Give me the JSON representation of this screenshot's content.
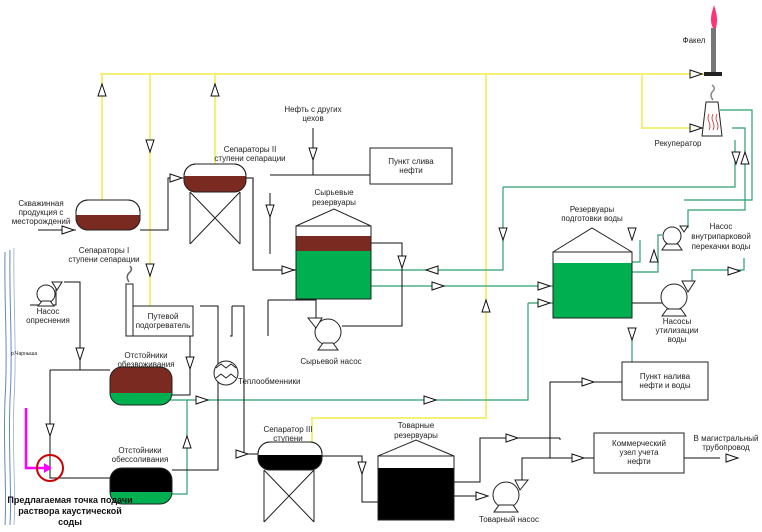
{
  "colors": {
    "oil": "#7b2a22",
    "water": "#00b050",
    "product": "#000000",
    "gas_line": "#f5f07a",
    "water_line": "#2e9e6e",
    "caustic_line": "#ff00ff",
    "injection_point": "#cc0000",
    "flame": "#ff3377"
  },
  "labels": {
    "well_input": [
      "Скважинная",
      "продукция с",
      "месторождений"
    ],
    "sep1": [
      "Сепараторы I",
      "ступени сепарации"
    ],
    "sep2": [
      "Сепараторы II",
      "ступени сепарации"
    ],
    "sep3": [
      "Сепаратор III",
      "ступени"
    ],
    "other_shops": [
      "Нефть с других",
      "цехов"
    ],
    "drain_point": [
      "Пункт слива",
      "нефти"
    ],
    "raw_tanks": [
      "Сырьевые",
      "резервуары"
    ],
    "raw_pump": "Сырьевой насос",
    "heater": [
      "Путевой",
      "подогреватель"
    ],
    "heat_exchangers": "Теплообменники",
    "dehydration": [
      "Отстойники",
      "обезвоживания"
    ],
    "desalting": [
      "Отстойники",
      "обессоливания"
    ],
    "freshening_pump": [
      "Насос",
      "опреснения"
    ],
    "river": "р.Чарныша",
    "injection_note": [
      "Предлагаемая точка подачи",
      "раствора каустической",
      "соды"
    ],
    "commodity_tanks": [
      "Товарные",
      "резервуары"
    ],
    "commodity_pump": "Товарный насос",
    "metering": [
      "Коммерческий",
      "узел учета",
      "нефти"
    ],
    "pipeline": [
      "В магистральный",
      "трубопровод"
    ],
    "loading_point": [
      "Пункт налива",
      "нефти и воды"
    ],
    "water_tanks": [
      "Резервуары",
      "подготовки воды"
    ],
    "internal_pump": [
      "Насос",
      "внутрипарковой",
      "перекачки воды"
    ],
    "util_pumps": [
      "Насосы",
      "утилизации",
      "воды"
    ],
    "flare": "Факел",
    "recuperator": "Рекуператор"
  }
}
